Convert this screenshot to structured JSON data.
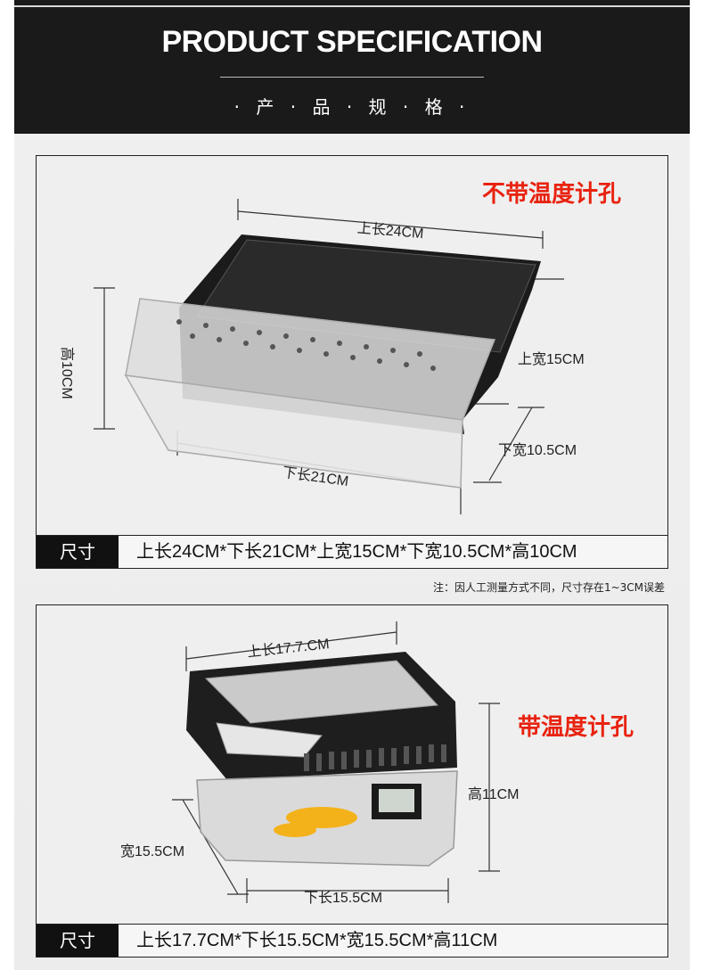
{
  "header": {
    "title": "PRODUCT SPECIFICATION",
    "subtitle": "· 产 · 品 · 规 · 格 ·"
  },
  "product1": {
    "badge": "不带温度计孔",
    "dims": {
      "top_length": "上长24CM",
      "height": "高10CM",
      "top_width": "上宽15CM",
      "bottom_width": "下宽10.5CM",
      "bottom_length": "下长21CM"
    },
    "spec_label": "尺寸",
    "spec_value": "上长24CM*下长21CM*上宽15CM*下宽10.5CM*高10CM"
  },
  "note": "注：因人工测量方式不同，尺寸存在1~3CM误差",
  "product2": {
    "badge": "带温度计孔",
    "dims": {
      "top_length": "上长17.7.CM",
      "height": "高11CM",
      "width": "宽15.5CM",
      "bottom_length": "下长15.5CM"
    },
    "spec_label": "尺寸",
    "spec_value": "上长17.7CM*下长15.5CM*宽15.5CM*高11CM"
  }
}
